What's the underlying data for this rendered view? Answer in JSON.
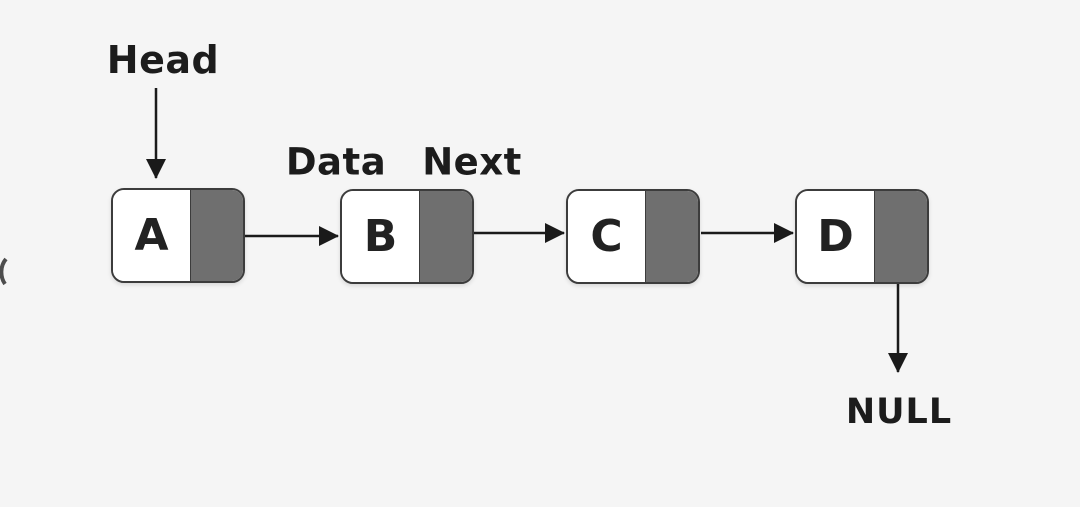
{
  "diagram": {
    "type": "singly-linked-list",
    "labels": {
      "head": "Head",
      "data": "Data",
      "next": "Next",
      "null": "NULL"
    },
    "nodes": [
      {
        "label": "A"
      },
      {
        "label": "B"
      },
      {
        "label": "C"
      },
      {
        "label": "D"
      }
    ],
    "pointers": [
      {
        "from": "Head",
        "to": "A"
      },
      {
        "from": "A",
        "to": "B"
      },
      {
        "from": "B",
        "to": "C"
      },
      {
        "from": "C",
        "to": "D"
      },
      {
        "from": "D",
        "to": "NULL"
      }
    ],
    "colors": {
      "background": "#f5f5f5",
      "node_fill": "#ffffff",
      "next_pointer_fill": "#6f6f6f",
      "node_border": "#3c3c3c",
      "arrow": "#1a1a1a",
      "text": "#1c1c1c"
    }
  }
}
